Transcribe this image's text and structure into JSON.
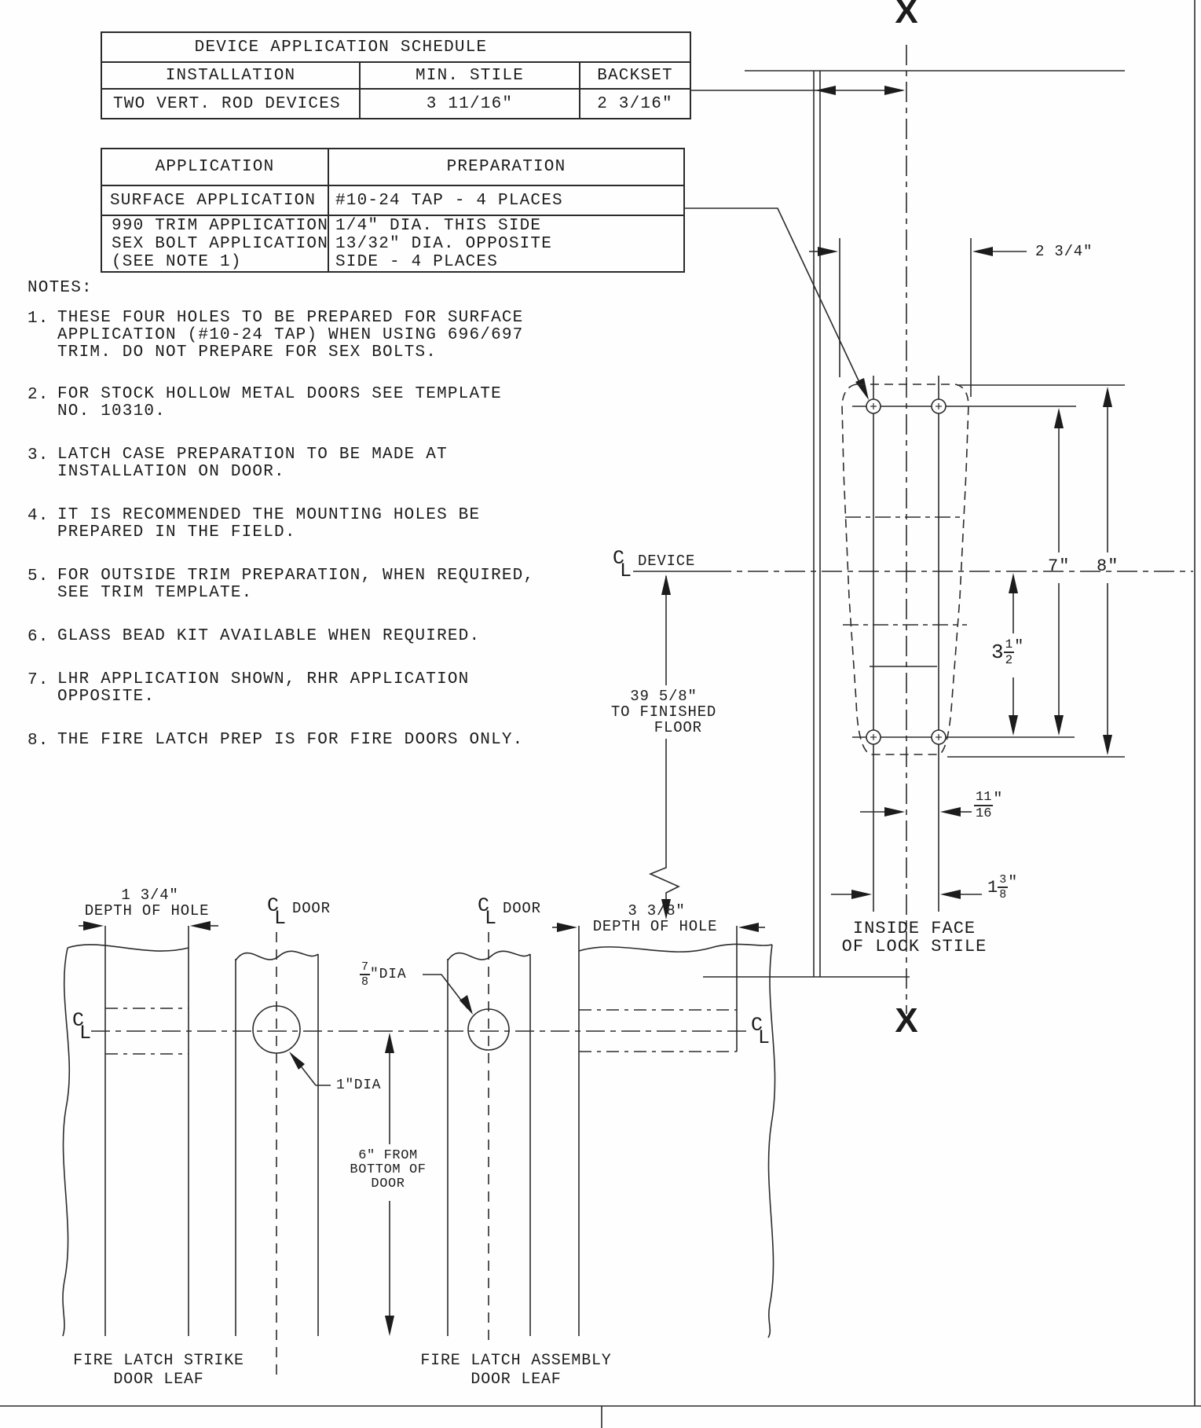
{
  "schedule_table": {
    "title": "DEVICE APPLICATION SCHEDULE",
    "col_installation": "INSTALLATION",
    "col_min_stile": "MIN. STILE",
    "col_backset": "BACKSET",
    "row_installation": "TWO VERT. ROD DEVICES",
    "row_min_stile": "3 11/16\"",
    "row_backset": "2 3/16\""
  },
  "application_table": {
    "col_application": "APPLICATION",
    "col_preparation": "PREPARATION",
    "row1_application": "SURFACE APPLICATION",
    "row1_preparation": "#10-24 TAP - 4 PLACES",
    "row2_application": "990 TRIM APPLICATION\nSEX BOLT APPLICATION\n(SEE NOTE 1)",
    "row2_preparation": "1/4\" DIA. THIS SIDE\n13/32\" DIA. OPPOSITE\nSIDE - 4 PLACES"
  },
  "notes": {
    "title": "NOTES:",
    "items": [
      {
        "num": "1.",
        "text": "THESE FOUR HOLES TO BE PREPARED FOR SURFACE\nAPPLICATION (#10-24 TAP) WHEN USING 696/697\nTRIM. DO NOT PREPARE FOR SEX BOLTS."
      },
      {
        "num": "2.",
        "text": "FOR STOCK HOLLOW METAL DOORS SEE TEMPLATE\nNO. 10310."
      },
      {
        "num": "3.",
        "text": "LATCH CASE PREPARATION TO BE MADE AT\nINSTALLATION ON DOOR."
      },
      {
        "num": "4.",
        "text": "IT IS RECOMMENDED THE MOUNTING HOLES BE\nPREPARED IN THE FIELD."
      },
      {
        "num": "5.",
        "text": "FOR OUTSIDE TRIM PREPARATION, WHEN REQUIRED,\nSEE TRIM TEMPLATE."
      },
      {
        "num": "6.",
        "text": "GLASS BEAD KIT AVAILABLE WHEN REQUIRED."
      },
      {
        "num": "7.",
        "text": "LHR APPLICATION SHOWN, RHR APPLICATION\nOPPOSITE."
      },
      {
        "num": "8.",
        "text": "THE FIRE LATCH PREP IS FOR FIRE DOORS ONLY."
      }
    ]
  },
  "cl": {
    "c": "C",
    "l": "L"
  },
  "elevation": {
    "x_mark": "X",
    "cl_device_label": "DEVICE",
    "dim_2_3_4": "2 3/4\"",
    "dim_7": "7\"",
    "dim_8": "8\"",
    "dim_3_1_2": {
      "whole": "3",
      "num": "1",
      "den": "2",
      "unit": "\""
    },
    "dim_11_16": {
      "num": "11",
      "den": "16",
      "unit": "\""
    },
    "dim_1_3_8": {
      "whole": "1",
      "num": "3",
      "den": "8",
      "unit": "\""
    },
    "floor_dim": "39 5/8\"\nTO FINISHED\n   FLOOR",
    "inside_face": "INSIDE FACE\nOF LOCK STILE"
  },
  "sections": {
    "strike": {
      "depth": "1 3/4\"",
      "depth_label": "DEPTH OF HOLE",
      "caption": "FIRE LATCH STRIKE\nDOOR LEAF"
    },
    "door1": {
      "cl_label": "DOOR",
      "hole_dia": "1\"DIA"
    },
    "door2": {
      "cl_label": "DOOR",
      "hole_dia_frac": {
        "num": "7",
        "den": "8"
      },
      "hole_dia_suffix": "\"DIA"
    },
    "assembly": {
      "depth": "3 3/8\"",
      "depth_label": "DEPTH OF HOLE",
      "caption": "FIRE LATCH ASSEMBLY\nDOOR LEAF"
    },
    "bottom_dim": "6\" FROM\nBOTTOM OF\nDOOR"
  }
}
